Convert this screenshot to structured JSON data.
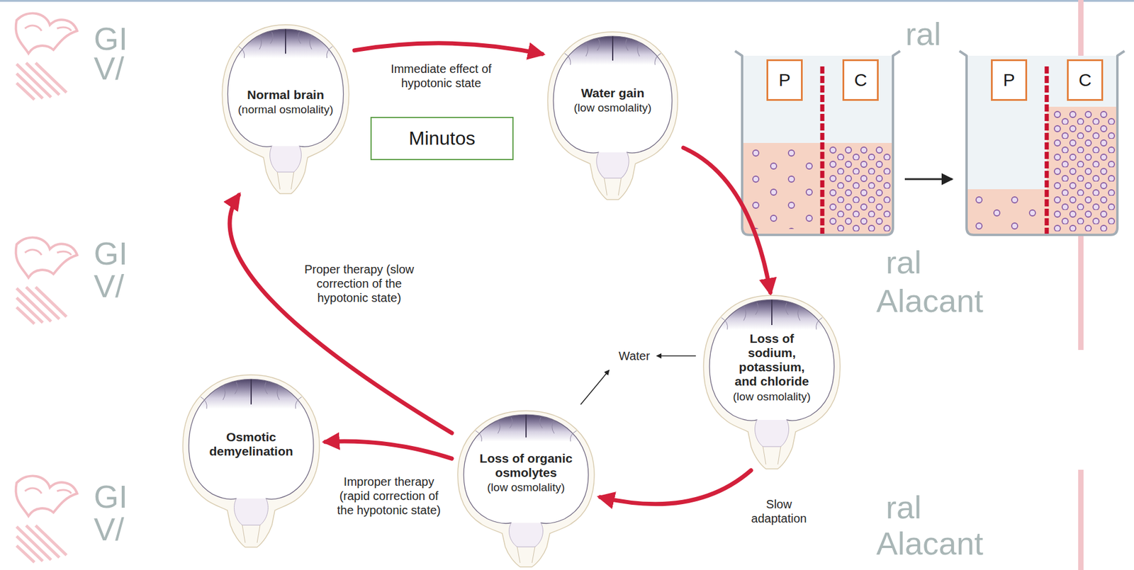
{
  "diagram": {
    "nodes": [
      {
        "text": [
          "Normal brain",
          "(normal osmolality)"
        ]
      },
      {
        "text": [
          "Minutos"
        ]
      },
      {
        "text": [
          "Water gain",
          "(low osmolality)"
        ]
      },
      {
        "text": [
          "P"
        ]
      },
      {
        "text": [
          "C"
        ]
      },
      {
        "text": [
          "P"
        ]
      },
      {
        "text": [
          "C"
        ]
      },
      {
        "text": [
          "Loss of sodium, potassium, and chloride",
          "(low osmolality)"
        ]
      },
      {
        "text": [
          "Osmotic demyelination"
        ]
      },
      {
        "text": [
          "Loss of organic osmolytes",
          "(low osmolality)"
        ]
      }
    ],
    "edges": [
      {
        "from": 0,
        "to": 2,
        "label": "Immediate effect of hypotonic state",
        "arrow": "to"
      },
      {
        "from": 2,
        "to": 7,
        "arrow": "to"
      },
      {
        "from": 7,
        "to": 9,
        "label": "Slow adaptation",
        "arrow": "to"
      },
      {
        "from": 9,
        "to": 0,
        "label": "Proper therapy (slow correction of the hypotonic state)",
        "arrow": "to"
      },
      {
        "from": 9,
        "to": 8,
        "label": "Improper therapy (rapid correction of the hypotonic state)",
        "arrow": "to"
      }
    ],
    "labels": [
      "Water",
      "GI",
      "V/",
      "ral",
      "GI",
      "V/",
      "ral",
      "Alacant",
      "GI",
      "V/",
      "ral",
      "Alacant"
    ]
  }
}
